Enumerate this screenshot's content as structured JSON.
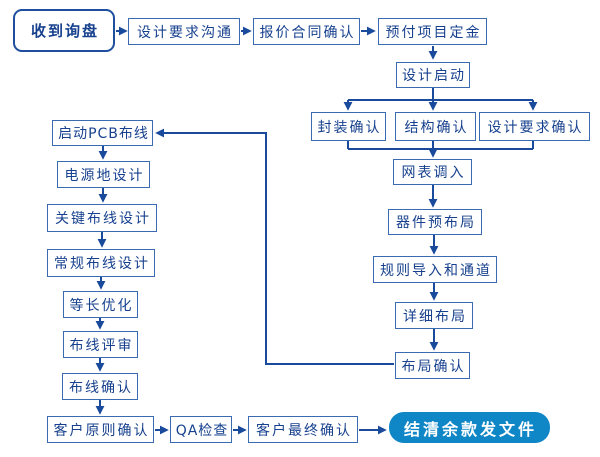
{
  "flowchart": {
    "nodes": {
      "inquiry": "收到询盘",
      "design_requirements_communication": "设计要求沟通",
      "quotation_contract_confirmation": "报价合同确认",
      "project_deposit_prepayment": "预付项目定金",
      "design_start": "设计启动",
      "package_confirmation": "封装确认",
      "structure_confirmation": "结构确认",
      "design_requirements_confirmation": "设计要求确认",
      "netlist_import": "网表调入",
      "component_pre_layout": "器件预布局",
      "rules_import_and_channels": "规则导入和通道",
      "detailed_layout": "详细布局",
      "layout_confirmation": "布局确认",
      "start_pcb_routing": "启动PCB布线",
      "power_ground_design": "电源地设计",
      "critical_routing_design": "关键布线设计",
      "regular_routing_design": "常规布线设计",
      "length_matching_optimization": "等长优化",
      "routing_review": "布线评审",
      "routing_confirmation": "布线确认",
      "customer_principle_confirmation": "客户原则确认",
      "qa_check": "QA检查",
      "customer_final_confirmation": "客户最终确认",
      "settle_balance_deliver_files": "结清余款发文件"
    },
    "colors": {
      "box_border": "#3a6ab0",
      "box_text": "#17418e",
      "connector": "#1a4a9b",
      "start_node_border": "#1d4f9e",
      "end_node_fill": "#0f86c6",
      "end_node_text": "#ffffff",
      "background": "#ffffff"
    }
  }
}
